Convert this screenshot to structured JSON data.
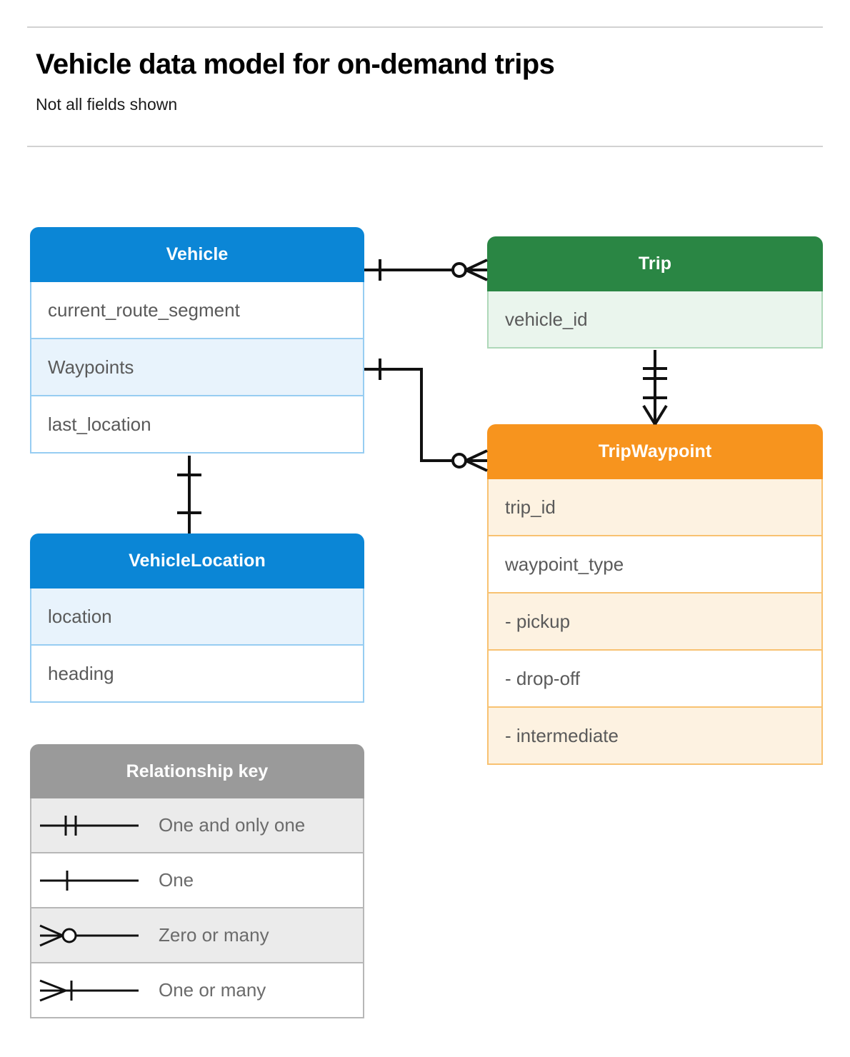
{
  "page": {
    "title": "Vehicle data model for on-demand trips",
    "subtitle": "Not all fields shown"
  },
  "colors": {
    "blue": "#0b86d6",
    "blue_row_fill": "#e8f3fc",
    "blue_border": "#97cdf2",
    "green": "#2a8644",
    "green_row_fill": "#eaf5ed",
    "green_border": "#aed8b9",
    "orange": "#f7941e",
    "orange_row_fill": "#fdf2e1",
    "orange_border": "#f8c271",
    "legend_header": "#9a9a9a",
    "legend_row_fill": "#ebebeb",
    "legend_border": "#b7b7b7",
    "rule": "#d2d2d2",
    "connector": "#111111",
    "field_text": "#5a5a5a",
    "legend_text": "#6b6b6b"
  },
  "entities": [
    {
      "id": "vehicle",
      "name": "Vehicle",
      "theme": "blue",
      "fields": [
        {
          "label": "current_route_segment",
          "highlight": false
        },
        {
          "label": "Waypoints",
          "highlight": true
        },
        {
          "label": "last_location",
          "highlight": false
        }
      ]
    },
    {
      "id": "trip",
      "name": "Trip",
      "theme": "green",
      "fields": [
        {
          "label": "vehicle_id",
          "highlight": true
        }
      ]
    },
    {
      "id": "tripwaypoint",
      "name": "TripWaypoint",
      "theme": "orange",
      "fields": [
        {
          "label": "trip_id",
          "highlight": true
        },
        {
          "label": "waypoint_type",
          "highlight": false
        },
        {
          "label": "- pickup",
          "highlight": true
        },
        {
          "label": "- drop-off",
          "highlight": false
        },
        {
          "label": "- intermediate",
          "highlight": true
        }
      ]
    },
    {
      "id": "vehiclelocation",
      "name": "VehicleLocation",
      "theme": "blue",
      "fields": [
        {
          "label": "location",
          "highlight": true
        },
        {
          "label": "heading",
          "highlight": false
        }
      ]
    }
  ],
  "legend": {
    "title": "Relationship key",
    "rows": [
      {
        "symbol": "one-and-only-one",
        "label": "One and only one"
      },
      {
        "symbol": "one",
        "label": "One"
      },
      {
        "symbol": "zero-or-many",
        "label": "Zero or many"
      },
      {
        "symbol": "one-or-many",
        "label": "One or many"
      }
    ]
  },
  "relationships": [
    {
      "id": "vehicle-to-trip",
      "from": "Vehicle",
      "to": "Trip",
      "from_cardinality": "one",
      "to_cardinality": "zero-or-many"
    },
    {
      "id": "vehicle-waypoints-to-tripwaypoint",
      "from": "Vehicle.Waypoints",
      "to": "TripWaypoint",
      "from_cardinality": "one",
      "to_cardinality": "zero-or-many"
    },
    {
      "id": "trip-to-tripwaypoint",
      "from": "Trip",
      "to": "TripWaypoint",
      "from_cardinality": "one-and-only-one",
      "to_cardinality": "one-or-many"
    },
    {
      "id": "vehicle-to-vehiclelocation",
      "from": "Vehicle",
      "to": "VehicleLocation",
      "from_cardinality": "one",
      "to_cardinality": "one"
    }
  ]
}
